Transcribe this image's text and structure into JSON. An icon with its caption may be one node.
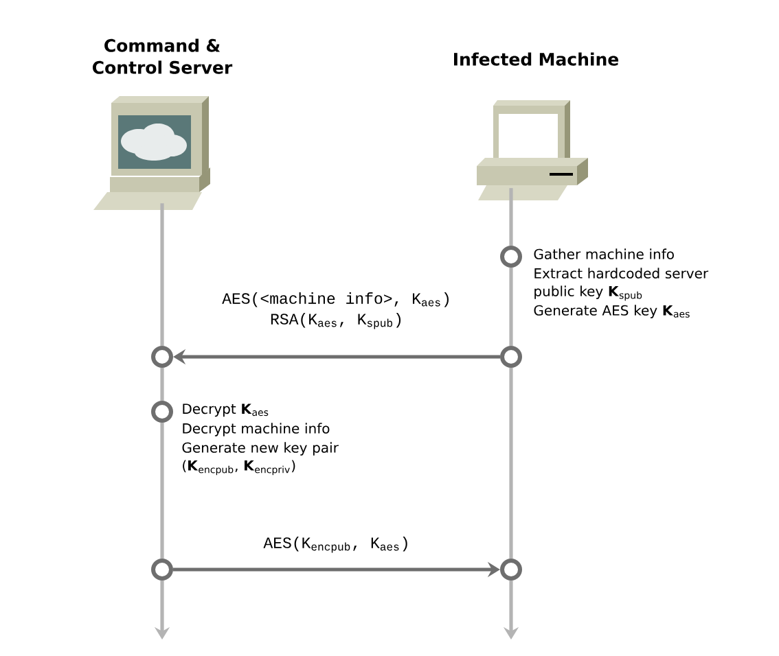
{
  "diagram": {
    "nodes": [
      {
        "text": [
          "Command & Control Server"
        ]
      },
      {
        "text": [
          "Infected Machine"
        ]
      },
      {
        "text": [],
        "shape": "circle",
        "beside": [
          "Gather machine info",
          "Extract hardcoded server public key **K**$_{spub}$",
          "Generate AES key **K**$_{aes}$"
        ]
      },
      {
        "text": [],
        "shape": "circle"
      },
      {
        "text": [],
        "shape": "circle"
      },
      {
        "text": [],
        "shape": "circle",
        "beside": [
          "Decrypt **K**$_{aes}$",
          "Decrypt machine info",
          "Generate new key pair (**K**$_{encpub}$, **K**$_{encpriv}$)"
        ]
      },
      {
        "text": [],
        "shape": "circle"
      },
      {
        "text": [],
        "shape": "circle"
      }
    ],
    "edges": [
      {
        "from": 0,
        "to": 4,
        "arrow": "none"
      },
      {
        "from": 4,
        "to": 5,
        "arrow": "none"
      },
      {
        "from": 5,
        "to": 6,
        "arrow": "none"
      },
      {
        "from": 6,
        "to": null,
        "arrow": "to"
      },
      {
        "from": 1,
        "to": 2,
        "arrow": "none"
      },
      {
        "from": 2,
        "to": 3,
        "arrow": "none"
      },
      {
        "from": 3,
        "to": 7,
        "arrow": "none"
      },
      {
        "from": 7,
        "to": null,
        "arrow": "to"
      },
      {
        "from": 3,
        "to": 4,
        "arrow": "to",
        "color": "#6e6e6e",
        "label": "AES(<machine info>, K$_{aes}$) RSA(K$_{aes}$, K$_{spub}$)"
      },
      {
        "from": 6,
        "to": 7,
        "arrow": "to",
        "color": "#6e6e6e",
        "label": "AES(K$_{encpub}$, K$_{aes}$)"
      }
    ]
  }
}
